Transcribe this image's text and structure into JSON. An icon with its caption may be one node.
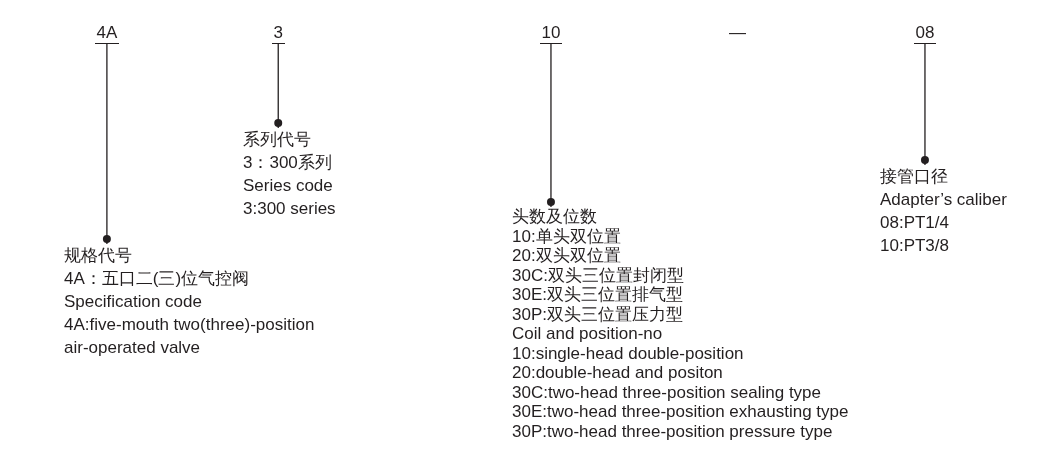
{
  "diagram": {
    "nodes": [
      {
        "text": [
          "4A"
        ]
      },
      {
        "text": [
          "3"
        ]
      },
      {
        "text": [
          "10"
        ]
      },
      {
        "text": [
          "08"
        ]
      },
      {
        "text": [
          "规格代号",
          "4A：五口二(三)位气控阀",
          "Specification code",
          "4A:five-mouth two(three)-position air-operated valve"
        ]
      },
      {
        "text": [
          "系列代号",
          "3：300系列",
          "Series code",
          "3:300 series"
        ]
      },
      {
        "text": [
          "头数及位数",
          "10:单头双位置",
          "20:双头双位置",
          "30C:双头三位置封闭型",
          "30E:双头三位置排气型",
          "30P:双头三位置压力型",
          "Coil and position-no",
          "10:single-head double-position",
          "20:double-head and positon",
          "30C:two-head three-position sealing type",
          "30E:two-head three-position exhausting type",
          "30P:two-head three-position pressure type"
        ]
      },
      {
        "text": [
          "接管口径",
          "Adapter’s caliber",
          "08:PT1/4",
          "10:PT3/8"
        ]
      }
    ],
    "edges": [
      {
        "from": 0,
        "to": 4,
        "arrow": "other"
      },
      {
        "from": 1,
        "to": 5,
        "arrow": "other"
      },
      {
        "from": 2,
        "to": 6,
        "arrow": "other"
      },
      {
        "from": 3,
        "to": 7,
        "arrow": "other"
      }
    ],
    "labels": [
      "—"
    ]
  }
}
